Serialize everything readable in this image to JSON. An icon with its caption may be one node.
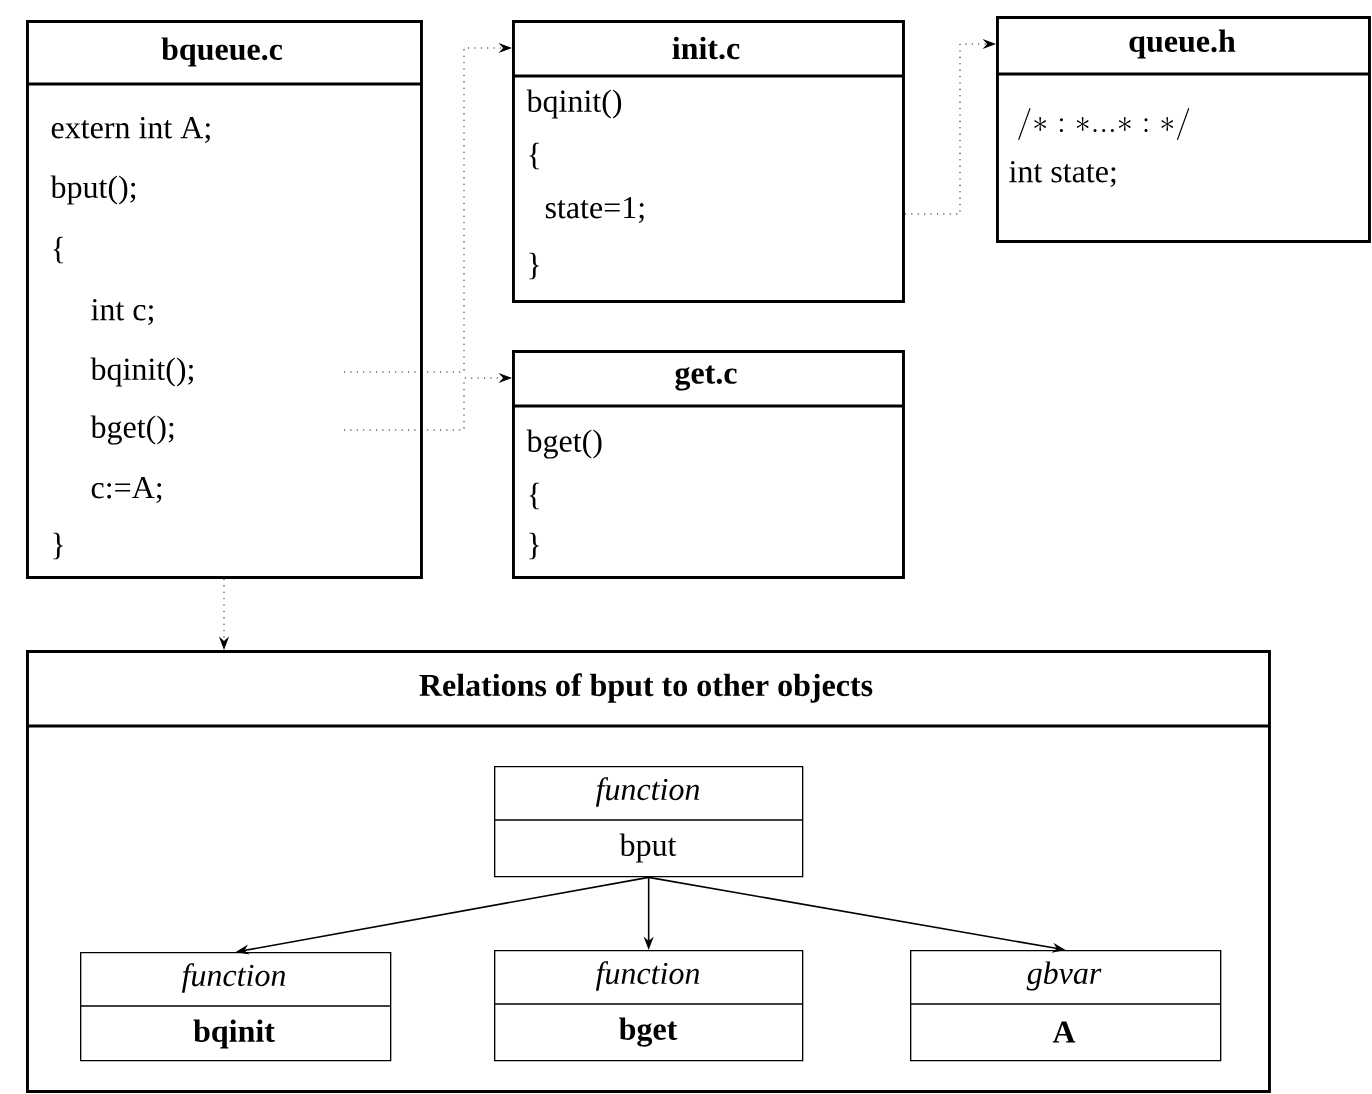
{
  "diagram": {
    "nodes": [
      {
        "text": [
          "bqueue.c",
          "extern int A;",
          "bput();",
          "{",
          "int c;",
          "bqinit();",
          "bget();",
          "c:=A;",
          "}"
        ]
      },
      {
        "text": [
          "init.c",
          "bqinit()",
          "{",
          "state=1;",
          "}"
        ]
      },
      {
        "text": [
          "queue.h",
          "/*:* ... *:*/",
          "int state;"
        ]
      },
      {
        "text": [
          "get.c",
          "bget()",
          "{",
          "}"
        ]
      },
      {
        "text": [
          "Relations of bput to other objects"
        ]
      },
      {
        "text": [
          "function",
          "bput"
        ],
        "in": 4
      },
      {
        "text": [
          "function",
          "bqinit"
        ],
        "in": 4
      },
      {
        "text": [
          "function",
          "bget"
        ],
        "in": 4
      },
      {
        "text": [
          "gbvar",
          "A"
        ],
        "in": 4
      }
    ],
    "edges": [
      {
        "from": 0,
        "to": 1,
        "arrow": "to",
        "style": "dashed"
      },
      {
        "from": 0,
        "to": 3,
        "arrow": "to",
        "style": "dashed"
      },
      {
        "from": 1,
        "to": 2,
        "arrow": "to",
        "style": "dashed"
      },
      {
        "from": 0,
        "to": 4,
        "arrow": "to",
        "style": "dashed"
      },
      {
        "from": 5,
        "to": 6,
        "arrow": "to"
      },
      {
        "from": 5,
        "to": 7,
        "arrow": "to"
      },
      {
        "from": 5,
        "to": 8,
        "arrow": "to"
      }
    ]
  }
}
